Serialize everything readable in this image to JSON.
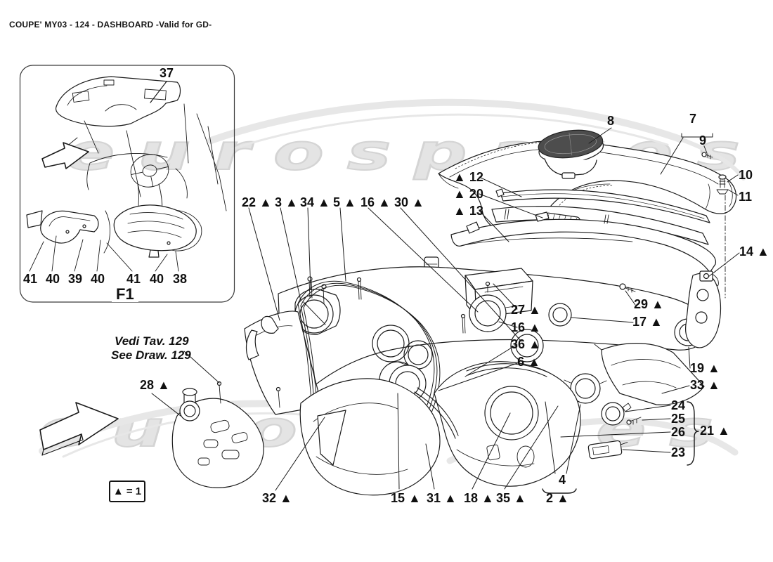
{
  "title": "COUPE' MY03 - 124 - DASHBOARD -Valid for GD-",
  "watermark": {
    "text": "eurospares"
  },
  "legend": {
    "text": "▲ = 1"
  },
  "reference_note": {
    "line1": "Vedi Tav. 129",
    "line2": "See Draw. 129"
  },
  "inset": {
    "figure_label": "F1",
    "part_labels": [
      {
        "id": "37",
        "text": "37"
      },
      {
        "id": "41a",
        "text": "41"
      },
      {
        "id": "40a",
        "text": "40"
      },
      {
        "id": "39",
        "text": "39"
      },
      {
        "id": "40b",
        "text": "40"
      },
      {
        "id": "41b",
        "text": "41"
      },
      {
        "id": "40c",
        "text": "40"
      },
      {
        "id": "38",
        "text": "38"
      }
    ]
  },
  "part_labels": [
    {
      "id": "12",
      "text": "▲ 12"
    },
    {
      "id": "20",
      "text": "▲ 20"
    },
    {
      "id": "13",
      "text": "▲ 13"
    },
    {
      "id": "22",
      "text": "22 ▲"
    },
    {
      "id": "3",
      "text": "3 ▲"
    },
    {
      "id": "34",
      "text": "34 ▲"
    },
    {
      "id": "5",
      "text": "5 ▲"
    },
    {
      "id": "16a",
      "text": "16 ▲"
    },
    {
      "id": "30",
      "text": "30 ▲"
    },
    {
      "id": "8",
      "text": "8"
    },
    {
      "id": "7",
      "text": "7"
    },
    {
      "id": "9",
      "text": "9"
    },
    {
      "id": "10",
      "text": "10"
    },
    {
      "id": "11",
      "text": "11"
    },
    {
      "id": "14",
      "text": "14 ▲"
    },
    {
      "id": "27",
      "text": "27 ▲"
    },
    {
      "id": "29",
      "text": "29 ▲"
    },
    {
      "id": "17",
      "text": "17 ▲"
    },
    {
      "id": "16b",
      "text": "16 ▲"
    },
    {
      "id": "36",
      "text": "36 ▲"
    },
    {
      "id": "6",
      "text": "6 ▲"
    },
    {
      "id": "19",
      "text": "19 ▲"
    },
    {
      "id": "33",
      "text": "33 ▲"
    },
    {
      "id": "24",
      "text": "24"
    },
    {
      "id": "25",
      "text": "25"
    },
    {
      "id": "26",
      "text": "26"
    },
    {
      "id": "21",
      "text": "21 ▲"
    },
    {
      "id": "23",
      "text": "23"
    },
    {
      "id": "4",
      "text": "4"
    },
    {
      "id": "2",
      "text": "2 ▲"
    },
    {
      "id": "28",
      "text": "28 ▲"
    },
    {
      "id": "32",
      "text": "32 ▲"
    },
    {
      "id": "15",
      "text": "15 ▲"
    },
    {
      "id": "31",
      "text": "31 ▲"
    },
    {
      "id": "18",
      "text": "18 ▲"
    },
    {
      "id": "35",
      "text": "35 ▲"
    }
  ]
}
